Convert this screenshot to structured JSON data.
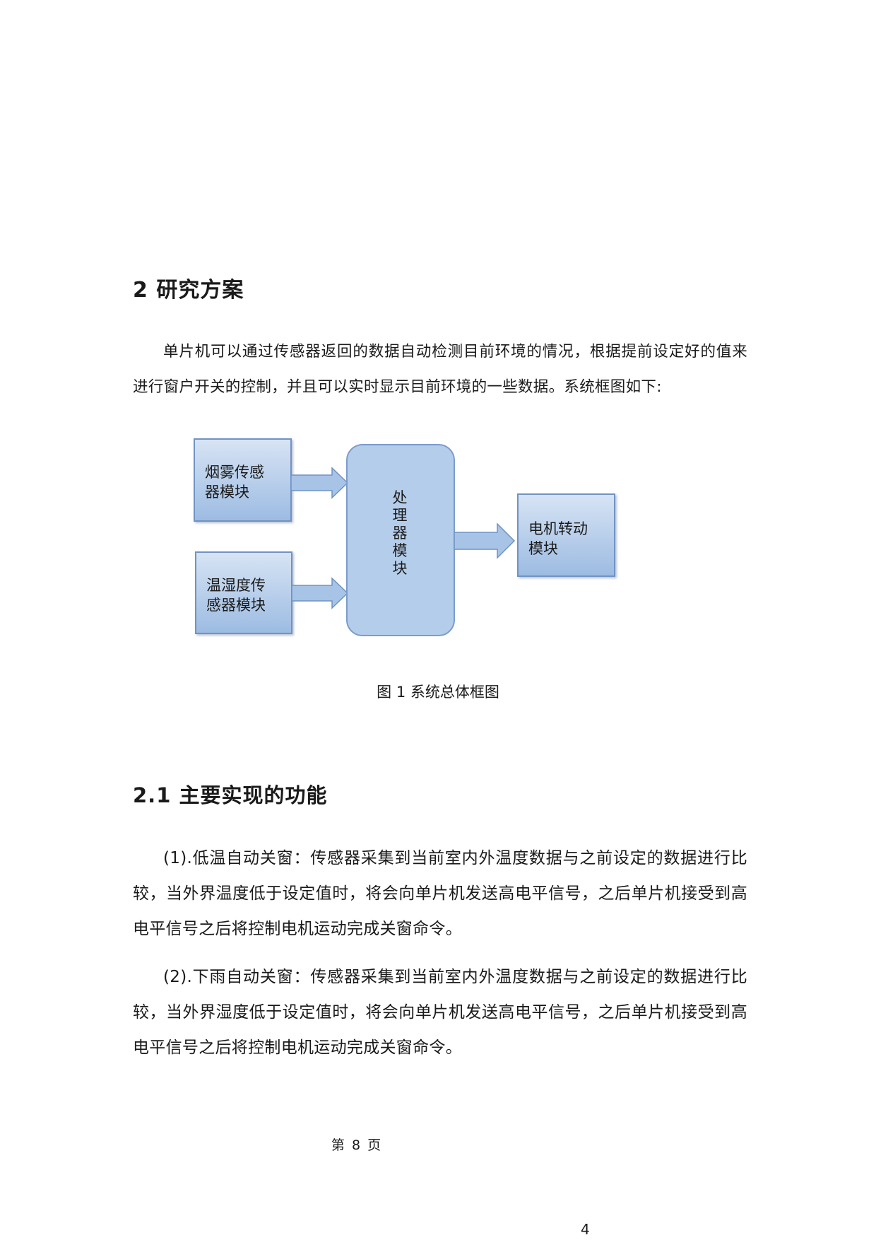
{
  "section": {
    "title": "2 研究方案",
    "intro": "单片机可以通过传感器返回的数据自动检测目前环境的情况，根据提前设定好的值来进行窗户开关的控制，并且可以实时显示目前环境的一些数据。系统框图如下:"
  },
  "diagram": {
    "smoke_sensor": [
      "烟雾传感",
      "器模块"
    ],
    "humidity_sensor": [
      "温湿度传",
      "感器模块"
    ],
    "processor": [
      "处",
      "理",
      "器",
      "模",
      "块"
    ],
    "motor": [
      "电机转动",
      "模块"
    ],
    "caption": "图 1 系统总体框图"
  },
  "subsection": {
    "title": "2.1 主要实现的功能",
    "features": [
      "(1).低温自动关窗：传感器采集到当前室内外温度数据与之前设定的数据进行比较，当外界温度低于设定值时，将会向单片机发送高电平信号，之后单片机接受到高电平信号之后将控制电机运动完成关窗命令。",
      "(2).下雨自动关窗：传感器采集到当前室内外温度数据与之前设定的数据进行比较，当外界湿度低于设定值时，将会向单片机发送高电平信号，之后单片机接受到高电平信号之后将控制电机运动完成关窗命令。"
    ]
  },
  "footer": {
    "page_label": "第 8 页",
    "page_number": "4"
  },
  "colors": {
    "box_fill_top": "#d7e4f4",
    "box_fill_bottom": "#9cbbe2",
    "box_border": "#6f93c4",
    "arrow_fill": "#a7c3e6"
  }
}
